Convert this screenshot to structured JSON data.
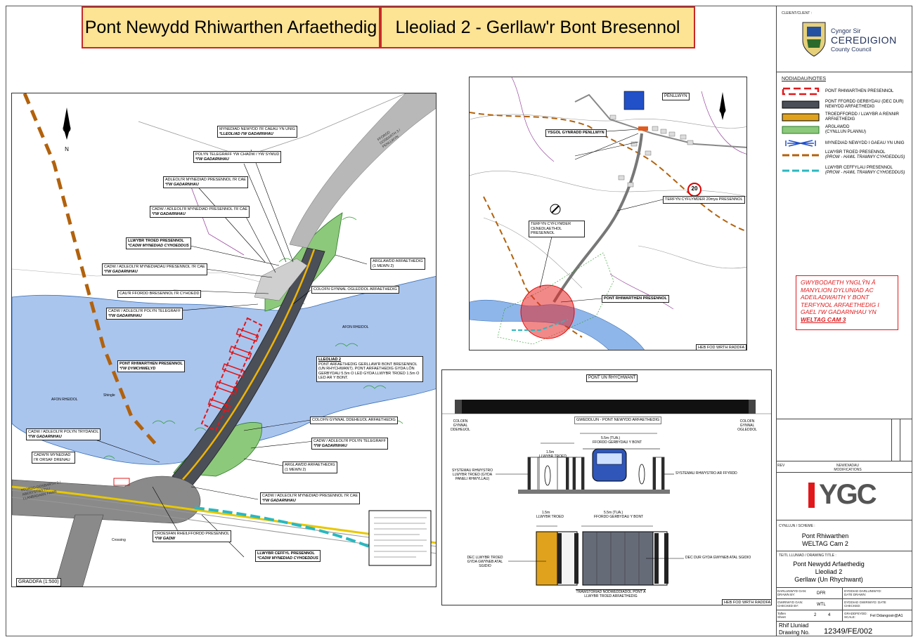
{
  "title_left": "Pont Newydd Rhiwarthen Arfaethedig",
  "title_right": "Lleoliad 2 - Gerllaw'r Bont Bresennol",
  "main_map": {
    "labels": [
      {
        "t": "MYNEDIAD NEWYDD I'R CAEAU YN UNIG",
        "i": "*LLEOLIAD I'W GADARNHAU"
      },
      {
        "t": "POLYN TELEGRAFF YW CHADW / YW SYMUD",
        "i": "*I'W GADARNHAU"
      },
      {
        "t": "ADLEOLI'R MYNEDIAD PRESENNOL I'R CAE",
        "i": "*I'W GADARNHAU"
      },
      {
        "t": "CADW / ADLEOLI'R MYNEDIAD PRESENNOL I'R CAE",
        "i": "*I'W GADARNHAU"
      },
      {
        "t": "LLWYBR TROED PRESENNOL",
        "i": "*CADW MYNEDIAD CYHOEDDUS"
      },
      {
        "t": "CADW / ADLEOLI'R MYNEDIADAU PRESENNOL I'R CAE",
        "i": "*I'W GADARNHAU"
      },
      {
        "t": "CAU'R FFORDD BRESENNOL I'R CYHOEDD",
        "i": ""
      },
      {
        "t": "CADW / ADLEOLI'R POLYN TELEGRAFF",
        "i": "*I'W GADARNHAU"
      },
      {
        "t": "PONT RHIWARTHEN PRESENNOL",
        "i": "*I'W DYMCHWELYD"
      },
      {
        "t": "ARGLAWDD ARFAETHEDIG",
        "i": "(1 MEWN 2)"
      },
      {
        "t": "COLOFN GYNNAL OGLEDDOL ARFAETHEDIG",
        "i": ""
      },
      {
        "t": "LLEOLIAD 2",
        "i": ""
      },
      {
        "t": "COLOFN GYNNAL DDEHEUOL ARFAETHEDIG",
        "i": ""
      },
      {
        "t": "CADW / ADLEOLI'R POLYN TRYDANOL",
        "i": "*I'W GADARNHAU"
      },
      {
        "t": "CADW'R MYNEDIAD I'R ORSAF DRENAU",
        "i": ""
      },
      {
        "t": "CADW / ADLEOLI'R POLYN TELEGRAFF",
        "i": "*I'W GADARNHAU"
      },
      {
        "t": "ARGLAWDD ARFAETHEDIG",
        "i": "(1 MEWN 2)"
      },
      {
        "t": "CADW / ADLEOLI'R MYNEDIAD PRESENNOL I'R CAE",
        "i": "*I'W GADARNHAU"
      },
      {
        "t": "CROESFAN RHEILFFORDD PRESENNOL",
        "i": "*I'W GADW"
      },
      {
        "t": "LLWYBR CEFFYL PRESENNOL",
        "i": "*CADW MYNEDIAD CYHOEDDUS"
      }
    ],
    "lleoliad_text": "PONT ARFAETHEDIG GERLLAW'R BONT BRESENNOL (UN RHYCHWANT). PONT ARFAETHEDIG GYDA LÔN GERBYDAU 5.5m O LED GYDA LLWYBR TROED 1.5m O LED AR Y BONT.",
    "river_label_1": "AFON RHEIDOL",
    "river_label_2": "AFON RHEIDOL",
    "shingle_label": "Shingle",
    "road_label": "FFORDD DOSBARTH 3 / ABERYSTWYTH / LLANBADARN FAWR",
    "road_label_2": "FFORDD DOSBARTH 3 / PENLLWYN",
    "crossing_label": "Crossing",
    "scale": "GRADDFA (1:500)"
  },
  "location_map": {
    "village": "PENLLWYN",
    "school": "YSGOL GYNRADD PENLLWYN",
    "speed_text": "TERFYN CYFLYMDER 20mya PRESENNOL",
    "speed_sign": "20",
    "national_text": "TERFYN CYFLYMDER CENEDLAETHOL PRESENNOL",
    "bridge_text": "PONT RHIWARTHEN PRESENNOL",
    "no_scale": "HEB FOD WRTH RADDFA"
  },
  "section": {
    "title": "PONT UN RHYCHWANT",
    "north_col": "COLOFN GYNNAL OGLEDDOL",
    "south_col": "COLOFN GYNNAL DDEHEUOL",
    "elevation": "GWEDDLUN - PONT NEWYDD ARFAETHEDIG",
    "carriageway_width": "5.5m (TUA.)",
    "carriageway": "FFORDD GERBYDAU Y BONT",
    "footway_width": "1.5m",
    "footway": "LLWYBR TROED",
    "left_system": "SYSTEMAU RHWYSTRO LLWYBR TROED (GYDA PANELI RHWYLLAU)",
    "right_system": "SYSTEMAU RHWYSTRO AR FFYRDD",
    "deck_left": "DEC LLWYBR TROED GYDA GWYNEB ATAL SGIDIO",
    "deck_right": "DEC DUR GYDA GWYNEB ATAL SGIDIO",
    "plan_title": "TRAWSTORIAD NODWEDDIADOL PONT A LLWYBR TROED ARFAETHEDIG",
    "plan_width_1": "1.5m",
    "plan_width_2": "5.5m (TUA.)",
    "no_scale": "HEB FOD WRTH RADDFA"
  },
  "warning": {
    "line1": "GWYBODAETH YNGLŶN Â",
    "line2": "MANYLION DYLUNIAD AC",
    "line3": "ADEILADWAITH Y BONT",
    "line4": "TERFYNOL ARFAETHEDIG I",
    "line5": "GAEL I'W GADARNHAU YN",
    "line6": "WELTAG CAM 3"
  },
  "title_block": {
    "client_label": "CLEIENT/CLIENT :",
    "council_1": "Cyngor Sir",
    "council_2": "CEREDIGION",
    "council_3": "County Council",
    "notes_label": "NODIADAU/NOTES",
    "legend": [
      {
        "t": "PONT RHIWARTHEN PRESENNOL",
        "i": ""
      },
      {
        "t": "PONT FFORDD GERBYDAU (DEC DUR) NEWYDD ARFAETHEDIG",
        "i": ""
      },
      {
        "t": "TROEDFFORDD / LLWYBR A RENNIR ARFAETHEDIG",
        "i": ""
      },
      {
        "t": "ARGLAWDD",
        "i": "(CYNLLUN PLANNU)"
      },
      {
        "t": "MYNEDIAD NEWYDD I GAEAU YN UNIG",
        "i": ""
      },
      {
        "t": "LLWYBR TROED PRESENNOL",
        "i": "(PROW - HAWL TRAMWY CYHOEDDUS)"
      },
      {
        "t": "LLWYBR CEFFYLAU PRESENNOL",
        "i": "(PROW - HAWL TRAMWY CYHOEDDUS)"
      }
    ],
    "rev_label": "REV",
    "modifications_label": "NEWIDIADAU MODIFICATIONS",
    "logo": "YGC",
    "scheme_label": "CYNLLUN / SCHEME :",
    "scheme_1": "Pont Rhiwarthen",
    "scheme_2": "WELTAG Cam 2",
    "drawing_title_label": "TEITL LLUNIAD / DRAWING TITLE :",
    "drawing_title_1": "Pont Newydd Arfaethedig",
    "drawing_title_2": "Lleoliad 2",
    "drawing_title_3": "Gerllaw (Un Rhychwant)",
    "drawn_label": "DARLUNWYD GAN: DRAWN BY:",
    "drawn_value": "DFR",
    "checked_label": "GWIRIWYD GAN: CHECKED BY:",
    "checked_value": "WTL",
    "date_drawn_label": "DYDDIAD DARLUNIWYD: DATE DRAWN:",
    "date_checked_label": "DYDDIAD GWIRIWYD: DATE CHECKED:",
    "sheet_label": "Taflen Sheet",
    "sheet_value": "2",
    "sheet_of": "4",
    "scale_label": "GRADDFEYDD: SCALE:",
    "scale_value": "Fel Ddangosir@A1",
    "drawing_no_label_1": "Rhif Lluniad",
    "drawing_no_label_2": "Drawing No.",
    "drawing_no": "12349/FE/002"
  }
}
